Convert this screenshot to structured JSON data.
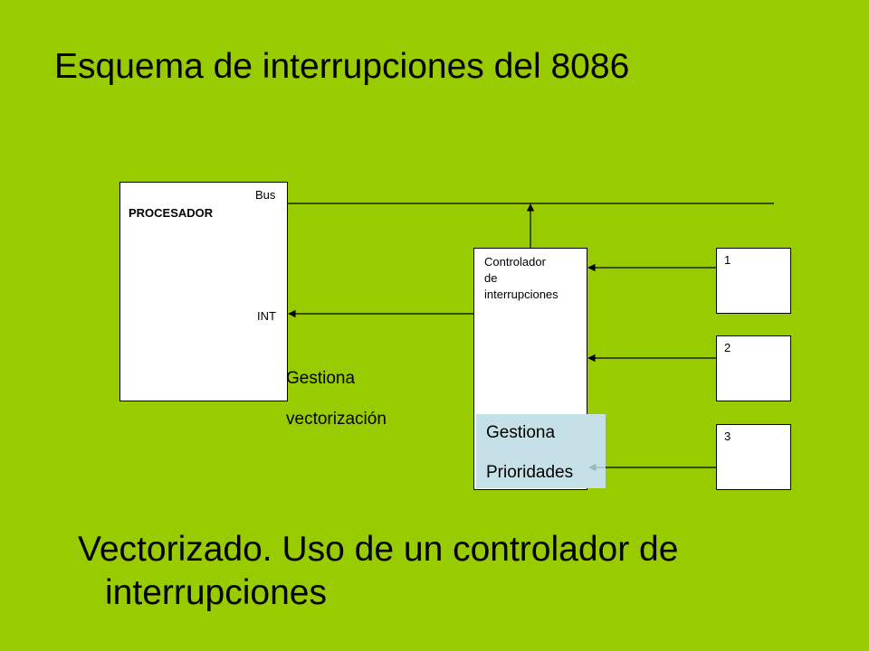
{
  "title": "Esquema de interrupciones del 8086",
  "diagram": {
    "processor": {
      "label": "PROCESADOR",
      "bus_label": "Bus",
      "int_label": "INT"
    },
    "controller": {
      "label_lines": [
        "Controlador",
        "de",
        "interrupciones"
      ]
    },
    "devices": [
      "1",
      "2",
      "3"
    ],
    "vectorization_note": [
      "Gestiona",
      "vectorización"
    ],
    "priorities_note": [
      "Gestiona",
      "Prioridades"
    ]
  },
  "caption": [
    "Vectorizado. Uso de un controlador de",
    "interrupciones"
  ]
}
